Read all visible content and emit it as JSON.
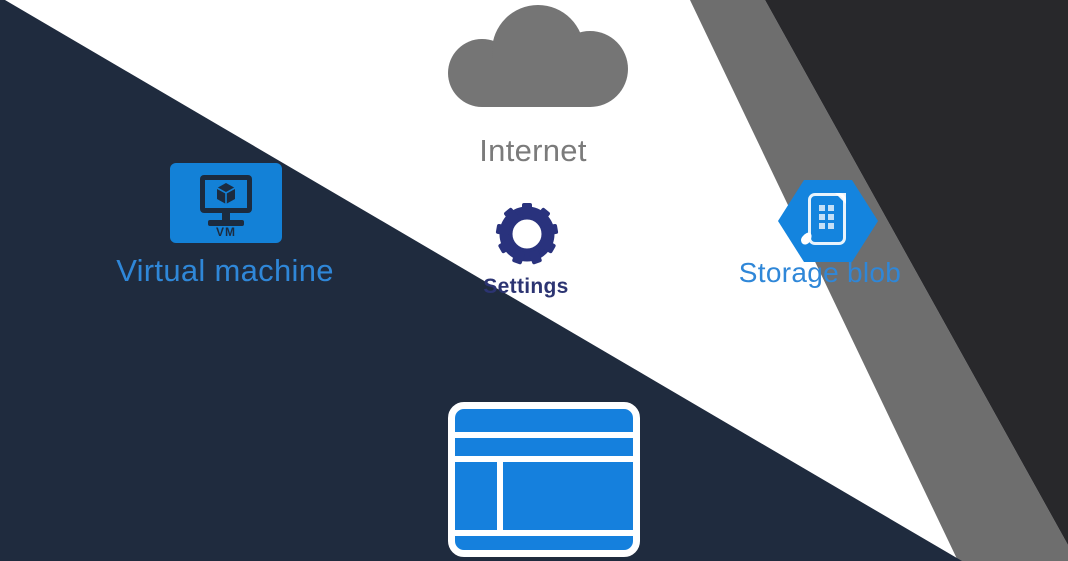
{
  "colors": {
    "navy": "#1f2b3e",
    "gray_stripe": "#6e6e6e",
    "black_panel": "#28282b",
    "white": "#ffffff",
    "cloud_gray": "#757575",
    "label_gray": "#7b7b7b",
    "vm_blue": "#1381d7",
    "vm_glyph": "#1c2b3f",
    "storage_blue": "#1484de",
    "browser_blue": "#1580dd",
    "label_blue": "#2f87d8",
    "settings_blue": "#29327d",
    "settings_text": "#2c3472"
  },
  "nodes": {
    "internet": {
      "label": "Internet",
      "icon": "cloud-icon"
    },
    "virtual_machine": {
      "label": "Virtual machine",
      "badge": "VM",
      "icon": "vm-icon"
    },
    "settings": {
      "label": "Settings",
      "icon": "gear-icon"
    },
    "storage_blob": {
      "label": "Storage blob",
      "icon": "storage-blob-icon"
    },
    "web_app": {
      "icon": "browser-icon"
    }
  }
}
